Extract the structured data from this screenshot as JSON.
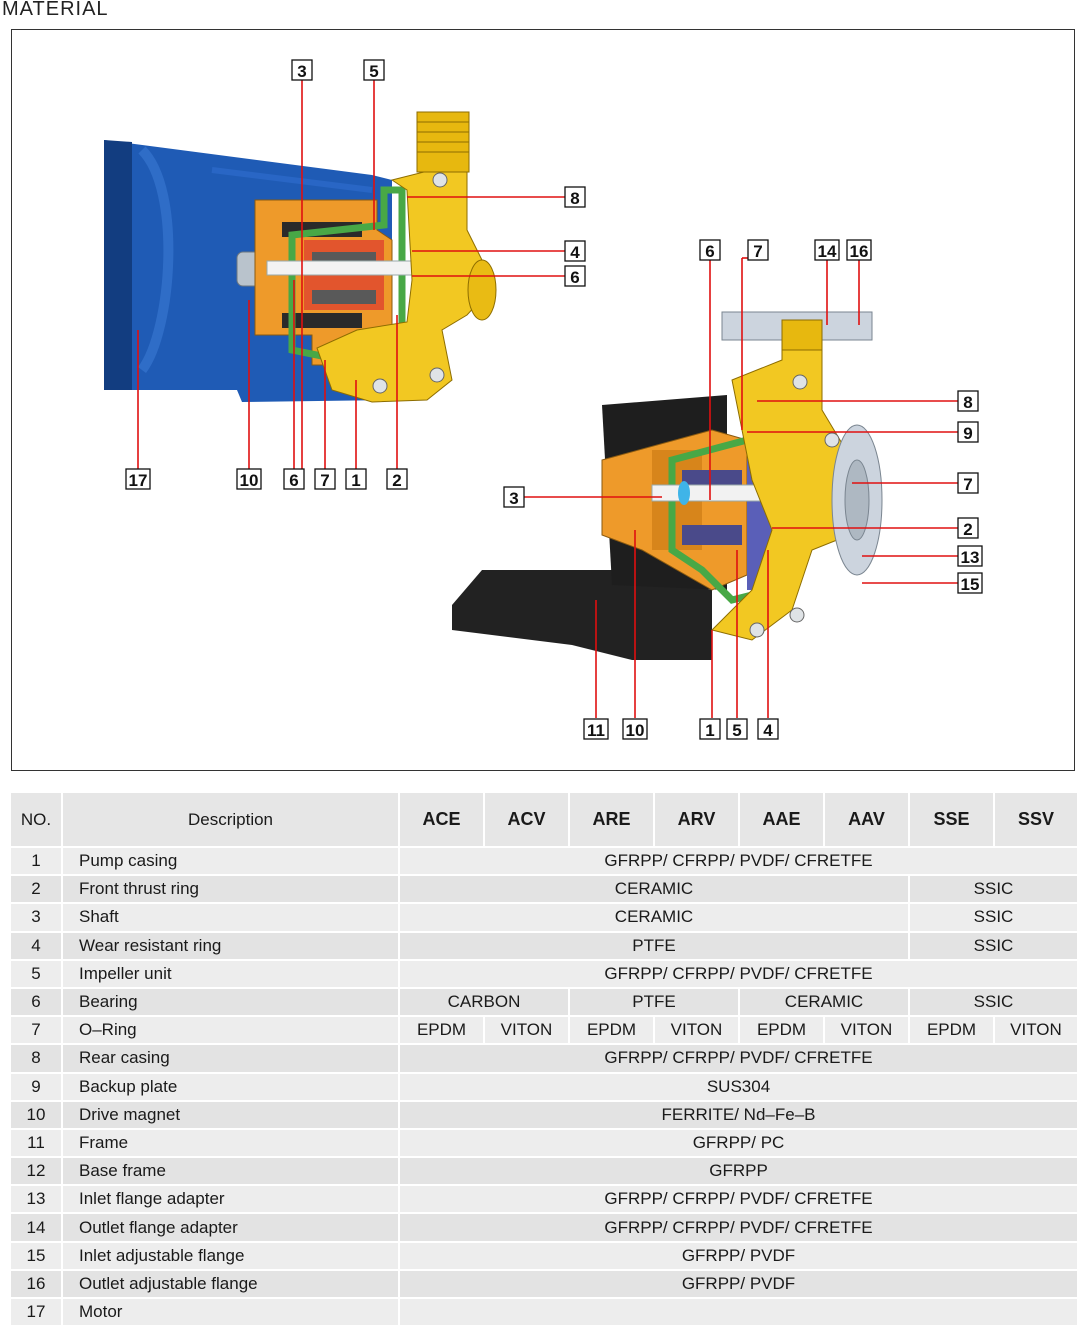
{
  "heading": "MATERIAL",
  "figure": {
    "left_callouts": [
      "3",
      "5",
      "8",
      "4",
      "6",
      "17",
      "10",
      "6",
      "7",
      "1",
      "2"
    ],
    "right_callouts": [
      "6",
      "7",
      "14",
      "16",
      "8",
      "9",
      "7",
      "3",
      "2",
      "13",
      "15",
      "11",
      "10",
      "1",
      "5",
      "4"
    ]
  },
  "table": {
    "headers": {
      "no": "NO.",
      "description": "Description",
      "models": [
        "ACE",
        "ACV",
        "ARE",
        "ARV",
        "AAE",
        "AAV",
        "SSE",
        "SSV"
      ]
    },
    "rows": [
      {
        "no": "1",
        "description": "Pump casing",
        "cells": [
          {
            "text": "GFRPP/ CFRPP/ PVDF/ CFRETFE",
            "span": 8
          }
        ]
      },
      {
        "no": "2",
        "description": "Front thrust ring",
        "cells": [
          {
            "text": "CERAMIC",
            "span": 6
          },
          {
            "text": "SSIC",
            "span": 2
          }
        ]
      },
      {
        "no": "3",
        "description": "Shaft",
        "cells": [
          {
            "text": "CERAMIC",
            "span": 6
          },
          {
            "text": "SSIC",
            "span": 2
          }
        ]
      },
      {
        "no": "4",
        "description": "Wear resistant ring",
        "cells": [
          {
            "text": "PTFE",
            "span": 6
          },
          {
            "text": "SSIC",
            "span": 2
          }
        ]
      },
      {
        "no": "5",
        "description": "Impeller unit",
        "cells": [
          {
            "text": "GFRPP/ CFRPP/ PVDF/ CFRETFE",
            "span": 8
          }
        ]
      },
      {
        "no": "6",
        "description": "Bearing",
        "cells": [
          {
            "text": "CARBON",
            "span": 2
          },
          {
            "text": "PTFE",
            "span": 2
          },
          {
            "text": "CERAMIC",
            "span": 2
          },
          {
            "text": "SSIC",
            "span": 2
          }
        ]
      },
      {
        "no": "7",
        "description": "O–Ring",
        "cells": [
          {
            "text": "EPDM",
            "span": 1
          },
          {
            "text": "VITON",
            "span": 1
          },
          {
            "text": "EPDM",
            "span": 1
          },
          {
            "text": "VITON",
            "span": 1
          },
          {
            "text": "EPDM",
            "span": 1
          },
          {
            "text": "VITON",
            "span": 1
          },
          {
            "text": "EPDM",
            "span": 1
          },
          {
            "text": "VITON",
            "span": 1
          }
        ]
      },
      {
        "no": "8",
        "description": "Rear casing",
        "cells": [
          {
            "text": "GFRPP/ CFRPP/ PVDF/ CFRETFE",
            "span": 8
          }
        ]
      },
      {
        "no": "9",
        "description": "Backup plate",
        "cells": [
          {
            "text": "SUS304",
            "span": 8
          }
        ]
      },
      {
        "no": "10",
        "description": "Drive magnet",
        "cells": [
          {
            "text": "FERRITE/ Nd–Fe–B",
            "span": 8
          }
        ]
      },
      {
        "no": "11",
        "description": "Frame",
        "cells": [
          {
            "text": "GFRPP/ PC",
            "span": 8
          }
        ]
      },
      {
        "no": "12",
        "description": "Base frame",
        "cells": [
          {
            "text": "GFRPP",
            "span": 8
          }
        ]
      },
      {
        "no": "13",
        "description": "Inlet flange adapter",
        "cells": [
          {
            "text": "GFRPP/ CFRPP/ PVDF/ CFRETFE",
            "span": 8
          }
        ]
      },
      {
        "no": "14",
        "description": "Outlet flange adapter",
        "cells": [
          {
            "text": "GFRPP/ CFRPP/ PVDF/ CFRETFE",
            "span": 8
          }
        ]
      },
      {
        "no": "15",
        "description": "Inlet adjustable flange",
        "cells": [
          {
            "text": "GFRPP/ PVDF",
            "span": 8
          }
        ]
      },
      {
        "no": "16",
        "description": "Outlet adjustable flange",
        "cells": [
          {
            "text": "GFRPP/ PVDF",
            "span": 8
          }
        ]
      },
      {
        "no": "17",
        "description": "Motor",
        "cells": [
          {
            "text": "",
            "span": 8
          }
        ]
      }
    ]
  }
}
